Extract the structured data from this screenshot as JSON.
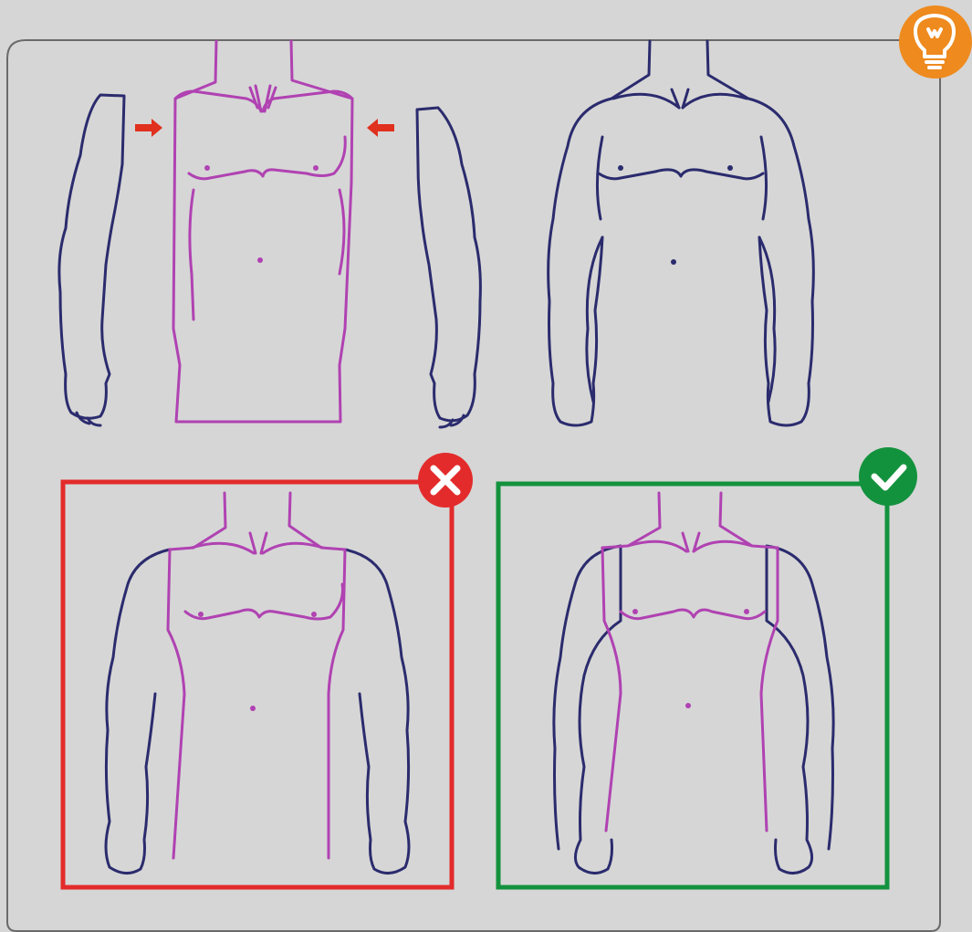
{
  "colors": {
    "background": "#d6d6d6",
    "frame": "#6a6a6a",
    "body_outline": "#2b2b6e",
    "torso_outline": "#b042b2",
    "arrow": "#e0301e",
    "wrong": "#e32b2b",
    "right": "#13923d",
    "tip_badge": "#ee8a1e"
  },
  "icons": {
    "tip": "lightbulb-icon",
    "wrong": "cross-icon",
    "right": "check-icon"
  },
  "panels": [
    {
      "id": "construction",
      "verdict": "none"
    },
    {
      "id": "finished-figure",
      "verdict": "none"
    },
    {
      "id": "incorrect-arm-placement",
      "verdict": "wrong"
    },
    {
      "id": "correct-arm-placement",
      "verdict": "right"
    }
  ]
}
